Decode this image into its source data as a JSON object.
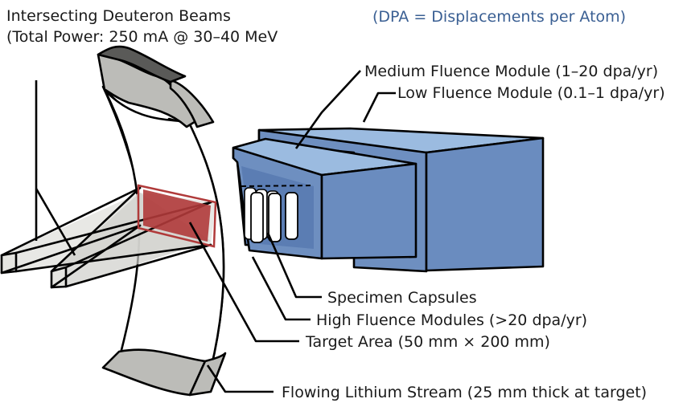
{
  "diagram": {
    "title_line1": "Intersecting Deuteron Beams",
    "title_line2": "(Total Power: 250 mA @ 30–40 MeV",
    "note": "(DPA = Displacements per Atom)",
    "labels": {
      "medium_fluence": "Medium Fluence Module (1–20 dpa/yr)",
      "low_fluence": "Low Fluence Module (0.1–1 dpa/yr)",
      "specimen_capsules": "Specimen Capsules",
      "high_fluence": "High Fluence Modules (>20 dpa/yr)",
      "target_area": "Target Area (50 mm × 200 mm)",
      "lithium_stream": "Flowing Lithium Stream (25 mm thick at target)"
    },
    "colors": {
      "note_text": "#3a5f93",
      "module_light": "#9bbbe0",
      "module_mid": "#6e8fc0",
      "module_dark": "#5b7db3",
      "target_red": "#b03a3a",
      "lithium_gray": "#bcbcb8",
      "lithium_dark": "#5a5a58",
      "beam_gray": "#e4e4e0"
    }
  }
}
